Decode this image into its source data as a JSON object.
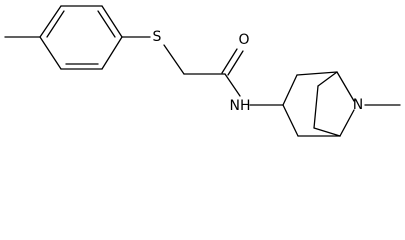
{
  "molecule": {
    "atoms": {
      "sulfur": "S",
      "oxygen": "O",
      "amide_nitrogen": "NH",
      "ring_nitrogen": "N"
    },
    "colors": {
      "bond": "#000000",
      "label": "#000000",
      "background": "#ffffff"
    }
  }
}
